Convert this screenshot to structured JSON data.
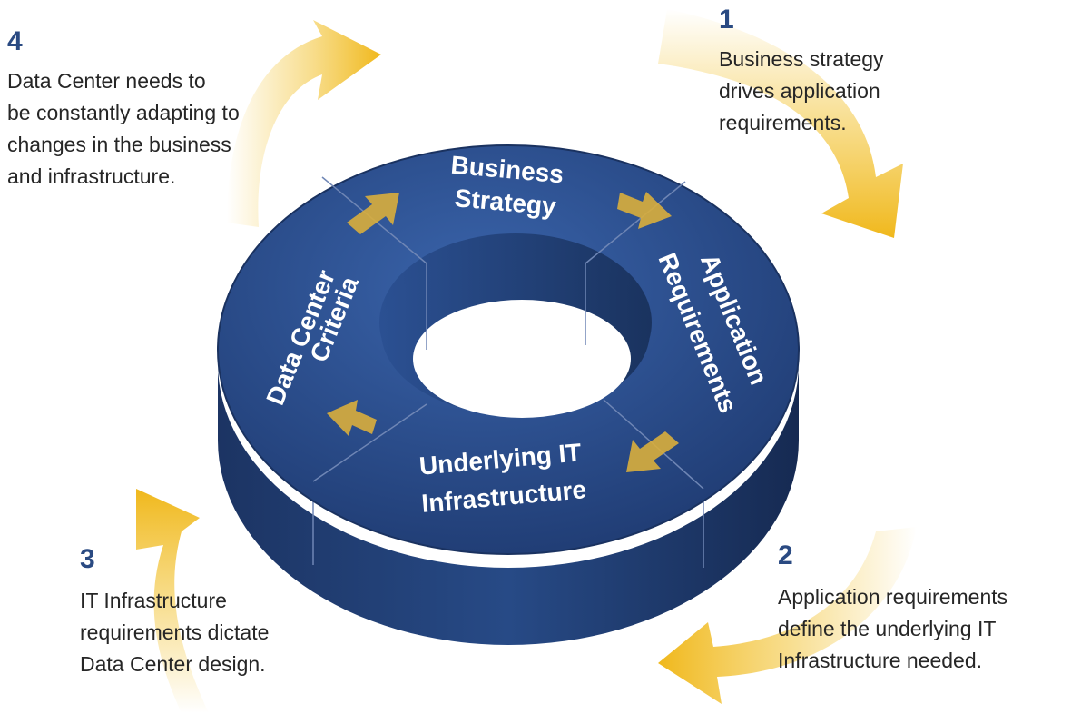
{
  "colors": {
    "ring_top": "#2c4f8f",
    "ring_side": "#1d3566",
    "ring_dark": "#13254a",
    "divider": "#6f86b5",
    "gold_arrow": "#f2c230",
    "number_color": "#2a4a82"
  },
  "steps": [
    {
      "number": "1",
      "text": "Business strategy\ndrives application\nrequirements."
    },
    {
      "number": "2",
      "text": "Application requirements\ndefine the underlying IT\nInfrastructure needed."
    },
    {
      "number": "3",
      "text": "IT Infrastructure\nrequirements dictate\nData Center design."
    },
    {
      "number": "4",
      "text": "Data Center needs to\nbe constantly adapting to\nchanges in the business\nand infrastructure."
    }
  ],
  "ring": {
    "segments": [
      {
        "line1": "Business",
        "line2": "Strategy"
      },
      {
        "line1": "Application",
        "line2": "Requirements"
      },
      {
        "line1": "Underlying IT",
        "line2": "Infrastructure"
      },
      {
        "line1": "Data Center",
        "line2": "Criteria"
      }
    ]
  }
}
